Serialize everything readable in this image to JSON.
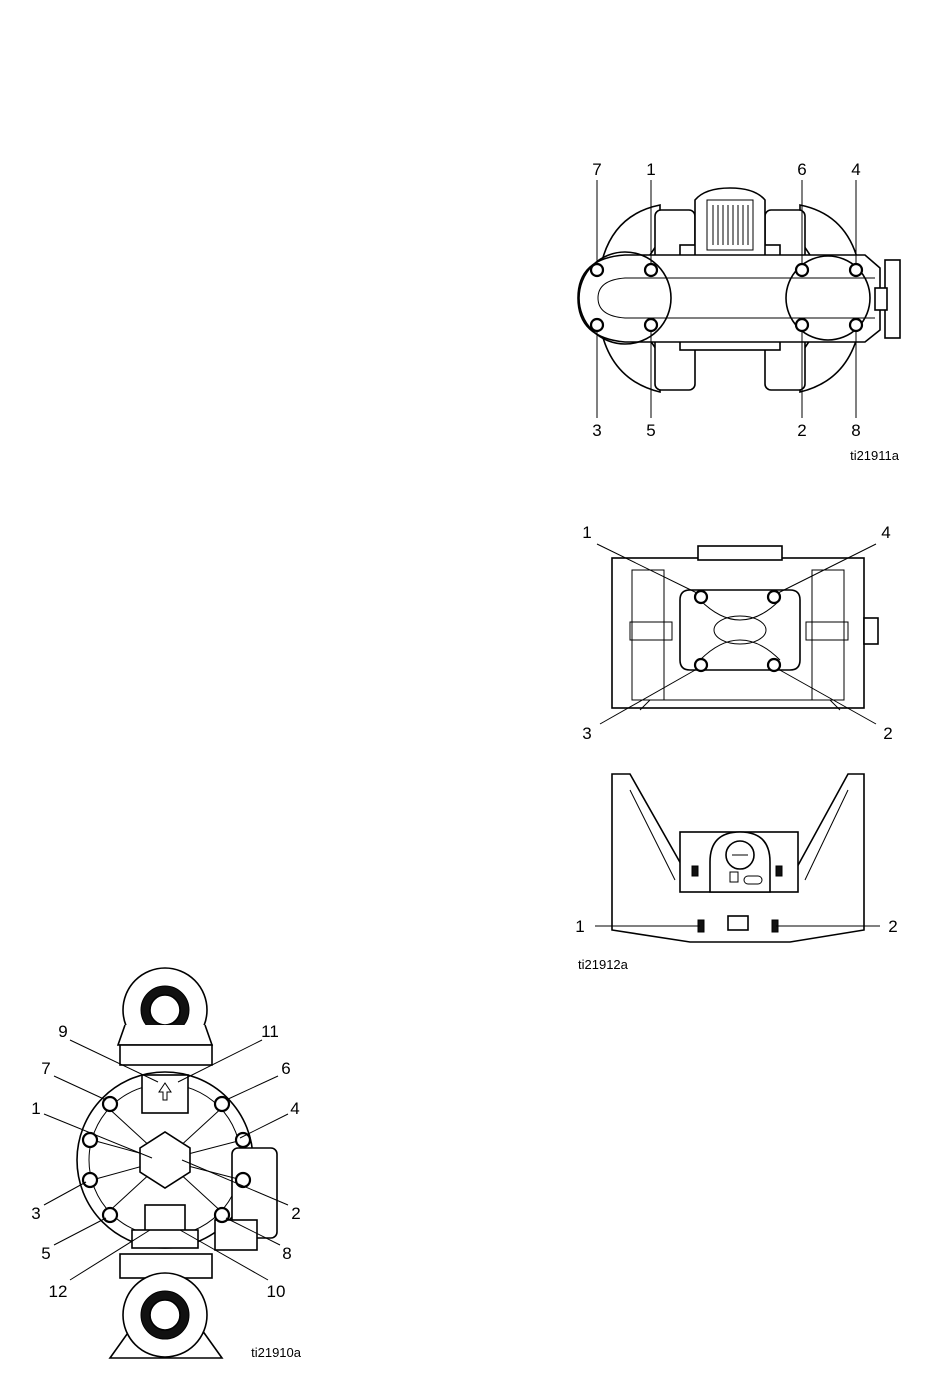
{
  "figures": [
    {
      "id": "top-view",
      "figure_id": "ti21911a",
      "callouts": [
        "7",
        "1",
        "6",
        "4",
        "3",
        "5",
        "2",
        "8"
      ]
    },
    {
      "id": "center-section",
      "figure_id": "ti21912a",
      "callouts_upper": [
        "1",
        "4",
        "3",
        "2"
      ],
      "callouts_lower": [
        "1",
        "2"
      ]
    },
    {
      "id": "front-view",
      "figure_id": "ti21910a",
      "callouts": [
        "9",
        "11",
        "7",
        "6",
        "1",
        "4",
        "3",
        "2",
        "5",
        "8",
        "12",
        "10"
      ]
    }
  ]
}
